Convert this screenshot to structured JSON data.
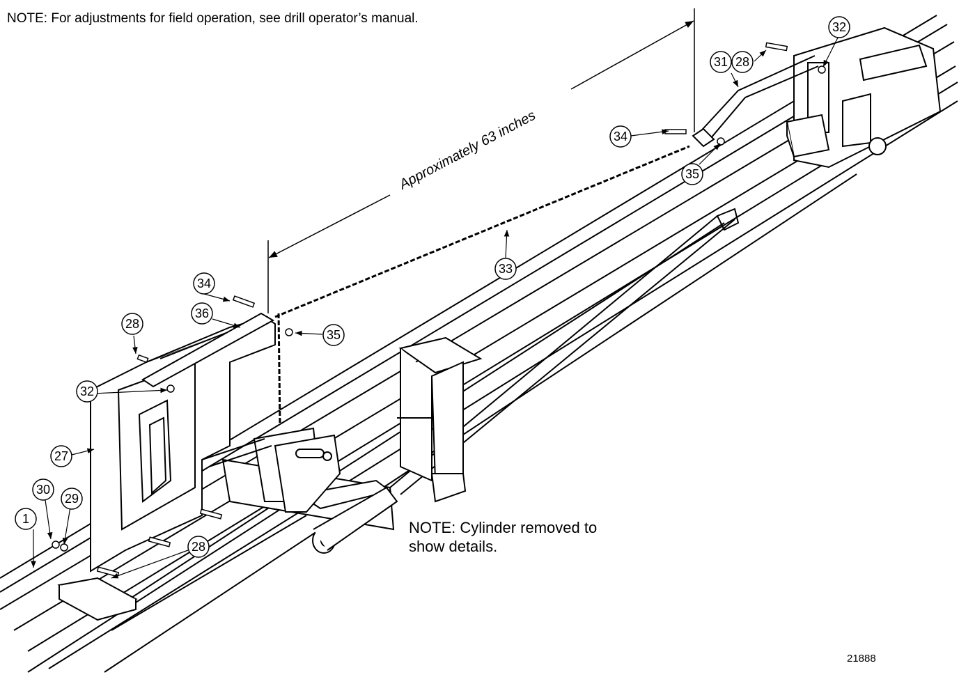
{
  "notes": {
    "field_operation": "NOTE: For adjustments for field operation, see drill operator’s manual.",
    "cylinder": "NOTE: Cylinder removed to show details."
  },
  "dimension": {
    "label": "Approximately 63 inches"
  },
  "figure_number": "21888",
  "callouts": [
    {
      "id": "c1",
      "number": "1"
    },
    {
      "id": "c27",
      "number": "27"
    },
    {
      "id": "c28a",
      "number": "28"
    },
    {
      "id": "c28b",
      "number": "28"
    },
    {
      "id": "c28c",
      "number": "28"
    },
    {
      "id": "c29",
      "number": "29"
    },
    {
      "id": "c30",
      "number": "30"
    },
    {
      "id": "c31",
      "number": "31"
    },
    {
      "id": "c32a",
      "number": "32"
    },
    {
      "id": "c32b",
      "number": "32"
    },
    {
      "id": "c33",
      "number": "33"
    },
    {
      "id": "c34a",
      "number": "34"
    },
    {
      "id": "c34b",
      "number": "34"
    },
    {
      "id": "c35a",
      "number": "35"
    },
    {
      "id": "c35b",
      "number": "35"
    },
    {
      "id": "c36",
      "number": "36"
    }
  ]
}
